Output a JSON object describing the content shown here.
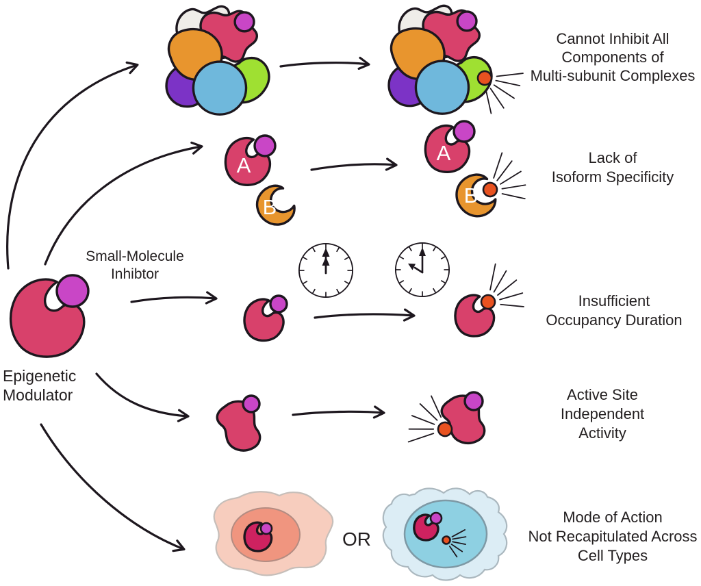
{
  "figure": {
    "modulator_label": [
      "Epigenetic",
      "Modulator"
    ],
    "inhibitor_label": [
      "Small-Molecule",
      "Inhibtor"
    ],
    "or_label": "OR",
    "isoform_a": "A",
    "isoform_b": "B"
  },
  "limitations": [
    {
      "id": "multi-subunit-complexes",
      "lines": [
        "Cannot Inhibit All",
        "Components of",
        "Multi-subunit Complexes"
      ]
    },
    {
      "id": "isoform-specificity",
      "lines": [
        "Lack of",
        "Isoform Specificity"
      ]
    },
    {
      "id": "occupancy-duration",
      "lines": [
        "Insufficient",
        "Occupancy Duration"
      ]
    },
    {
      "id": "active-site-independent",
      "lines": [
        "Active Site",
        "Independent",
        "Activity"
      ]
    },
    {
      "id": "cell-types",
      "lines": [
        "Mode of Action",
        "Not Recapitulated Across",
        "Cell Types"
      ]
    }
  ],
  "colors": {
    "crimson": "#d8416b",
    "crimson_deep": "#ce2260",
    "magenta": "#c946c6",
    "orange": "#e8952e",
    "orange_red": "#e85220",
    "purple": "#7c33c6",
    "blue": "#6fb8dc",
    "green": "#9fe032",
    "gray_blob": "#efede9",
    "cell_pink_body": "#f7cdbe",
    "cell_pink_nucleus": "#f0957f",
    "cell_blue_body": "#dcedf5",
    "cell_blue_nucleus": "#8ed0e2",
    "white": "#ffffff"
  }
}
